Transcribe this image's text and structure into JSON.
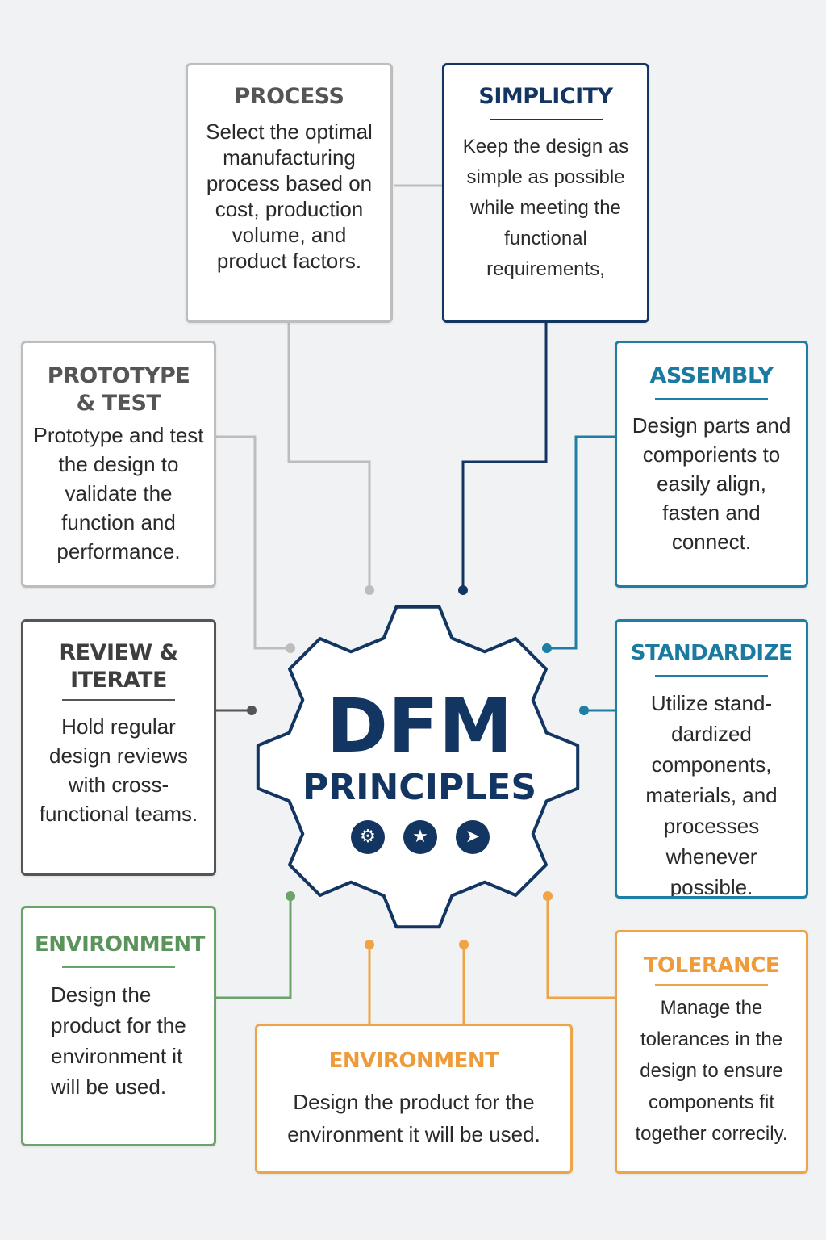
{
  "center": {
    "title": "DFM",
    "subtitle": "PRINCIPLES",
    "icons": [
      "gear-icon",
      "award-icon",
      "paper-plane-icon"
    ],
    "icon_glyphs": [
      "⚙",
      "★",
      "➤"
    ]
  },
  "colors": {
    "navy": "#133561",
    "teal": "#1f7ea5",
    "orange": "#f0a448",
    "green": "#6ba36a",
    "gray": "#bdbdbd",
    "dark_gray": "#555555"
  },
  "boxes": {
    "process": {
      "title": "PROCESS",
      "body": "Select the optimal manufacturing process based on cost, production volume, and product factors."
    },
    "simplicity": {
      "title": "SIMPLICITY",
      "body": "Keep the design as simple as possible while meeting the functional requirements,"
    },
    "prototype": {
      "title": "PROTOTYPE & TEST",
      "body": "Prototype and test the design to validate the function and performance."
    },
    "assembly": {
      "title": "ASSEMBLY",
      "body": "Design parts and comporients to easily align, fasten and connect."
    },
    "review": {
      "title": "REVIEW & ITERATE",
      "body": "Hold regular design reviews with cross-functional teams."
    },
    "standardize": {
      "title": "STANDARDIZE",
      "body": "Utilize stand-dardized components, materials, and processes whenever possible."
    },
    "environment_left": {
      "title": "ENVIRONMENT",
      "body": "Design the product for the environment it will be used."
    },
    "environment_bottom": {
      "title": "ENVIRONMENT",
      "body": "Design the product for the environment it will be used."
    },
    "tolerance": {
      "title": "TOLERANCE",
      "body": "Manage the tolerances in the design to ensure components fit together correcily."
    }
  }
}
